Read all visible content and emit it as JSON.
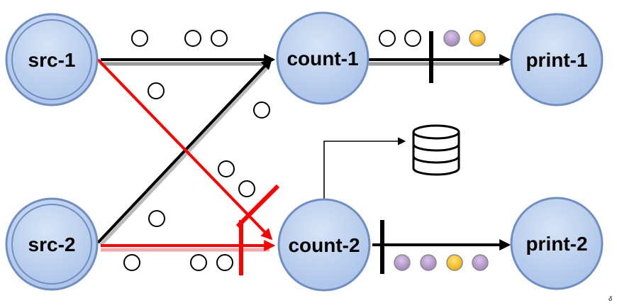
{
  "nodes": {
    "src1": {
      "label": "src-1"
    },
    "src2": {
      "label": "src-2"
    },
    "count1": {
      "label": "count-1"
    },
    "count2": {
      "label": "count-2"
    },
    "print1": {
      "label": "print-1"
    },
    "print2": {
      "label": "print-2"
    }
  },
  "corner_mark": "δ",
  "colors": {
    "node_fill": "#b4cbec",
    "node_stroke": "#6f8fc2",
    "edge_normal": "#000000",
    "edge_blocked": "#ff0000",
    "token_purple": "#b49ac9",
    "token_orange": "#ffc214"
  },
  "icons": {
    "storage": "database-icon",
    "barrier": "barrier-bar",
    "record": "record-circle"
  }
}
